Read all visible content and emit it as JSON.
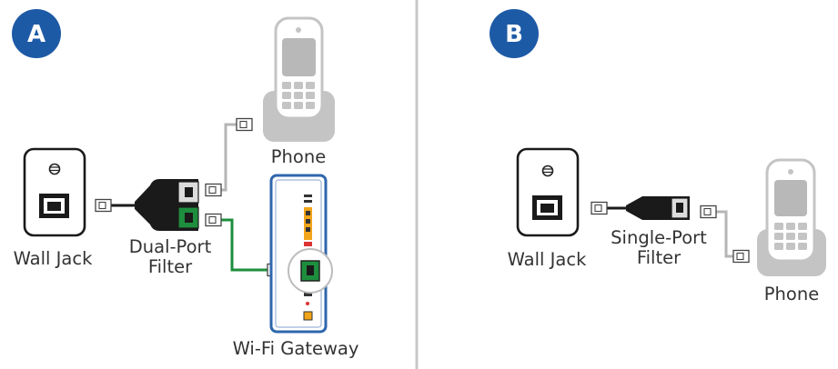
{
  "panels": [
    {
      "id": "A",
      "badge": "A",
      "labels": {
        "wall_jack": "Wall Jack",
        "filter_line1": "Dual-Port",
        "filter_line2": "Filter",
        "phone": "Phone",
        "gateway": "Wi-Fi Gateway"
      }
    },
    {
      "id": "B",
      "badge": "B",
      "labels": {
        "wall_jack": "Wall Jack",
        "filter_line1": "Single-Port",
        "filter_line2": "Filter",
        "phone": "Phone"
      }
    }
  ],
  "colors": {
    "badge": "#1d5aa6",
    "gray_cable": "#b5b5b5",
    "green_cable": "#1e8e3e",
    "outline": "#1a1a1a",
    "gateway_frame": "#2f67ad",
    "phone_body": "#c4c4c4",
    "divider": "#c8c8c8"
  },
  "icons": [
    "att-logo-icon",
    "phone-jack-icon",
    "rj11-plug-icon",
    "cordless-phone-icon",
    "wifi-gateway-icon",
    "dsl-filter-icon"
  ]
}
